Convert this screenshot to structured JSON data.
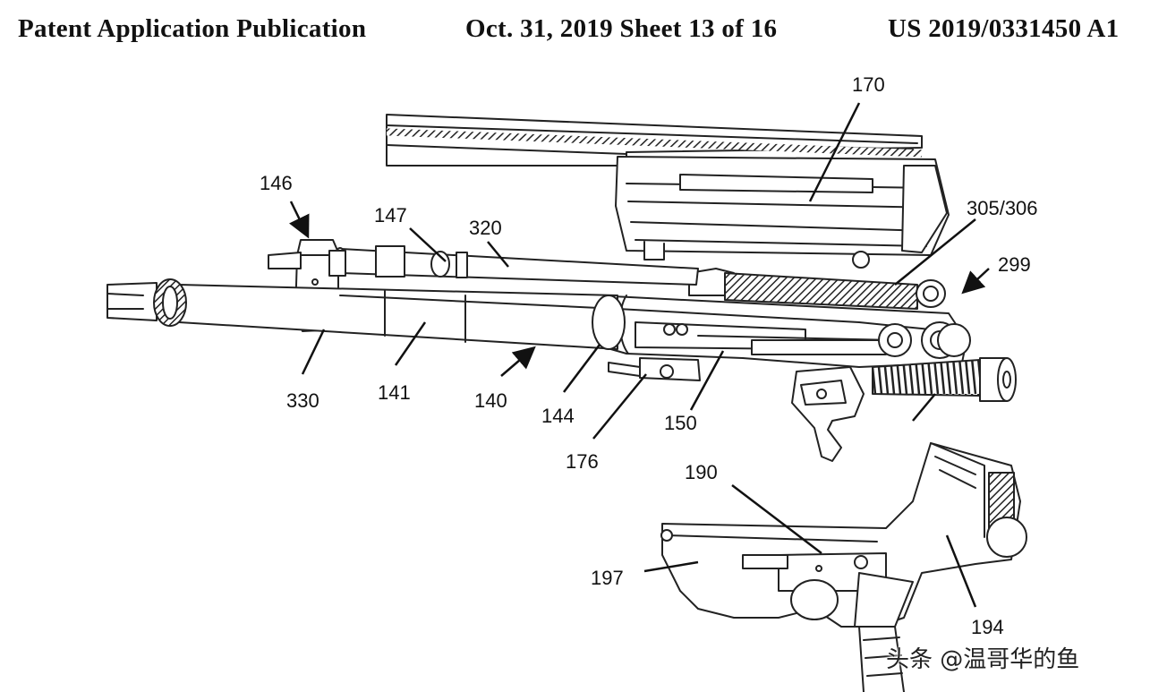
{
  "header": {
    "left": "Patent Application Publication",
    "middle": "Oct. 31, 2019   Sheet 13 of 16",
    "right": "US 2019/0331450 A1"
  },
  "labels": [
    "170",
    "146",
    "147",
    "320",
    "305/306",
    "299",
    "330",
    "141",
    "140",
    "144",
    "176",
    "150",
    "190",
    "197",
    "194"
  ],
  "watermark": "头条 @温哥华的鱼"
}
